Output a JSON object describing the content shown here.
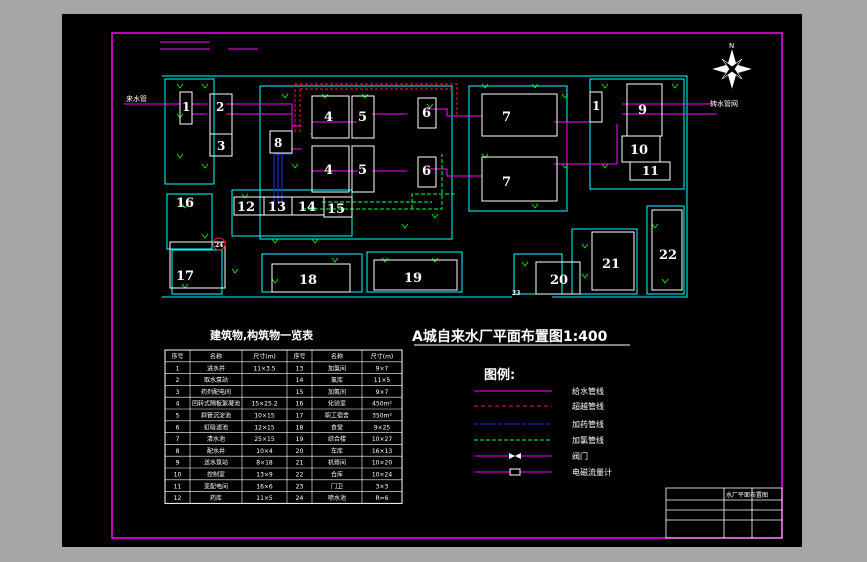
{
  "colors": {
    "frame": "#ff00ff",
    "road": "#00ffff",
    "building": "#ffffff",
    "water_pipe": "#ff00ff",
    "overflow_pipe": "#ff2020",
    "chemical_pipe": "#2030ff",
    "chlorine_pipe": "#00ff40",
    "grass": "#00ff00"
  },
  "plan": {
    "title": "A城自来水厂平面布置图1:400",
    "compass_label": "N",
    "inlet_label": "来水管",
    "outlet_label": "转水管网",
    "buildings": [
      "1",
      "2",
      "3",
      "4",
      "5",
      "6",
      "4",
      "5",
      "6",
      "7",
      "7",
      "1",
      "9",
      "10",
      "11",
      "8",
      "12",
      "13",
      "14",
      "15",
      "16",
      "17",
      "18",
      "19",
      "20",
      "21",
      "22",
      "24"
    ]
  },
  "table": {
    "title": "建筑物,构筑物一览表",
    "headers": [
      "序号",
      "名称",
      "尺寸(m)",
      "序号",
      "名称",
      "尺寸(m)"
    ],
    "rows": [
      [
        "1",
        "进水井",
        "11×3.5",
        "13",
        "加氯间",
        "9×7"
      ],
      [
        "2",
        "取水泵站",
        "",
        "14",
        "氯库",
        "11×5"
      ],
      [
        "3",
        "药剂配电间",
        "",
        "15",
        "加氨间",
        "9×7"
      ],
      [
        "4",
        "回转式隔板絮凝池",
        "15×25.2",
        "16",
        "化验室",
        "450m²"
      ],
      [
        "5",
        "斜管沉淀池",
        "10×15",
        "17",
        "职工宿舍",
        "350m²"
      ],
      [
        "6",
        "虹吸滤池",
        "12×15",
        "18",
        "食堂",
        "9×25"
      ],
      [
        "7",
        "清水池",
        "25×15",
        "19",
        "综合楼",
        "10×27"
      ],
      [
        "8",
        "配水井",
        "10×4",
        "20",
        "车库",
        "16×13"
      ],
      [
        "9",
        "送水泵站",
        "8×18",
        "21",
        "机修间",
        "10×20"
      ],
      [
        "10",
        "控制室",
        "13×9",
        "22",
        "仓库",
        "10×24"
      ],
      [
        "11",
        "变配电间",
        "16×6",
        "23",
        "门卫",
        "3×3"
      ],
      [
        "12",
        "药库",
        "11×5",
        "24",
        "喷水池",
        "R=6"
      ]
    ]
  },
  "legend": {
    "title": "图例:",
    "items": [
      "给水管线",
      "超越管线",
      "加药管线",
      "加氯管线",
      "阀门",
      "电磁流量计"
    ]
  },
  "title_block": {
    "name": "水厂平面布置图"
  }
}
